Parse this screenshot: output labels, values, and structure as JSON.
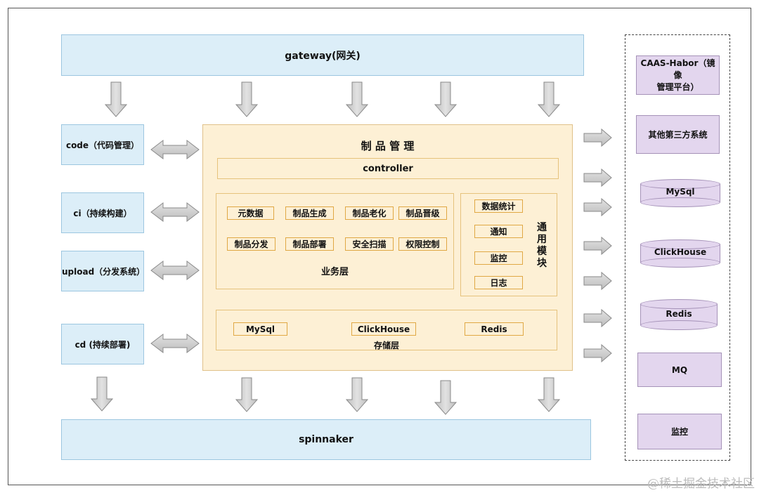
{
  "top": {
    "gateway": "gateway(网关)",
    "spinnaker": "spinnaker"
  },
  "left": {
    "code": "code（代码管理）",
    "ci": "ci（持续构建）",
    "upload": "upload（分发系统）",
    "cd": "cd (持续部署)"
  },
  "core": {
    "title": "制 品 管 理",
    "controller": "controller",
    "business": {
      "label": "业务层",
      "items": [
        "元数据",
        "制品生成",
        "制品老化",
        "制品晋级",
        "制品分发",
        "制品部署",
        "安全扫描",
        "权限控制"
      ]
    },
    "common": {
      "label": "通用模块",
      "items": [
        "数据统计",
        "通知",
        "监控",
        "日志"
      ]
    },
    "storage": {
      "label": "存储层",
      "items": [
        "MySql",
        "ClickHouse",
        "Redis"
      ]
    }
  },
  "right": {
    "caas_line1": "CAAS-Habor（镜像",
    "caas_line2": "管理平台）",
    "third_party": "其他第三方系统",
    "mysql": "MySql",
    "clickhouse": "ClickHouse",
    "redis": "Redis",
    "mq": "MQ",
    "monitor": "监控"
  },
  "watermark": "@稀土掘金技术社区"
}
